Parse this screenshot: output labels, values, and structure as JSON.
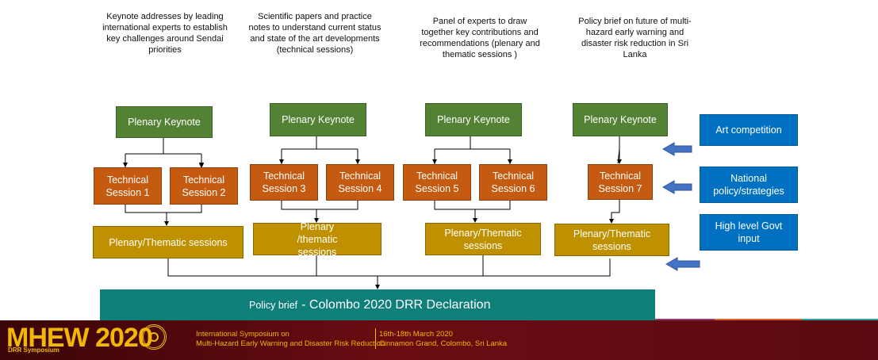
{
  "descriptions": [
    "Keynote addresses by leading international experts to establish key challenges around Sendai priorities",
    "Scientific papers and practice notes to understand current status and state of the art developments (technical sessions)",
    "Panel of experts to draw together key contributions and recommendations (plenary and thematic sessions )",
    "Policy brief on future of multi-hazard early warning and disaster risk reduction in Sri Lanka"
  ],
  "keynote_label": "Plenary Keynote",
  "technical_sessions": [
    "Technical Session 1",
    "Technical Session 2",
    "Technical Session 3",
    "Technical Session 4",
    "Technical Session 5",
    "Technical Session 6",
    "Technical Session 7"
  ],
  "plenary_sessions": [
    "Plenary/Thematic sessions",
    "Plenary /thematic sessions",
    "Plenary/Thematic sessions",
    "Plenary/Thematic sessions"
  ],
  "inputs": [
    "Art competition",
    "National policy/strategies",
    "High level Govt input"
  ],
  "policy_brief": {
    "prefix": "Policy brief",
    "title": "- Colombo 2020 DRR Declaration"
  },
  "footer": {
    "logo": "MHEW 2020",
    "logo_sub": "DRR Symposium",
    "symposium_line1": "International Symposium on",
    "symposium_line2": "Multi-Hazard Early Warning and Disaster Risk Reduction",
    "dates": "16th-18th March 2020",
    "venue": "Cinnamon Grand, Colombo, Sri Lanka"
  },
  "colors": {
    "keynote": "#548235",
    "technical": "#c55a11",
    "plenary": "#bf9000",
    "input": "#0070c0",
    "policy": "#0f7f7a",
    "footer": "#5a0a10",
    "footer_text": "#f2b705"
  }
}
